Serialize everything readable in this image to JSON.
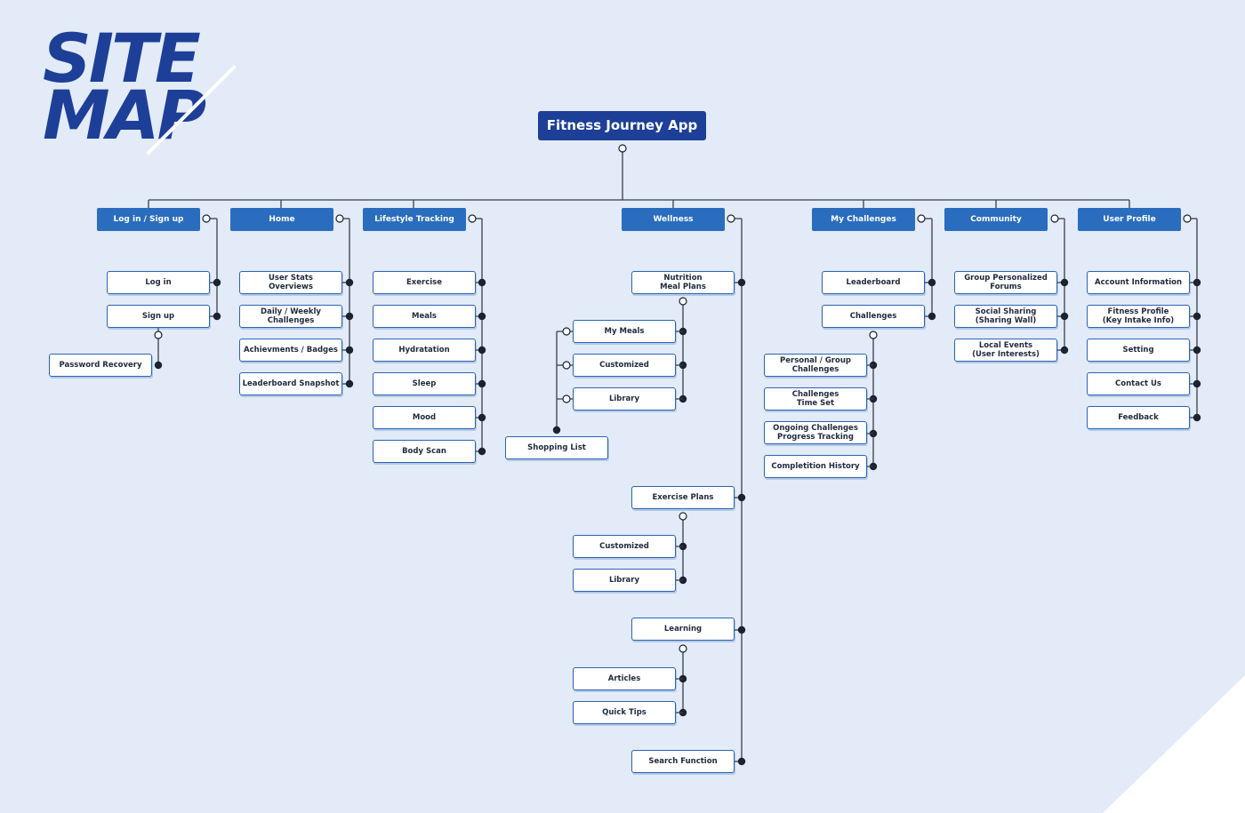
{
  "logo": {
    "line1": "SITE",
    "line2": "MAP"
  },
  "root": {
    "label": "Fitness Journey App"
  },
  "categories": [
    {
      "label": "Log in / Sign up",
      "children": [
        "Log in",
        "Sign up",
        "Password Recovery"
      ]
    },
    {
      "label": "Home",
      "children": [
        "User Stats\nOverviews",
        "Daily / Weekly\nChallenges",
        "Achievments / Badges",
        "Leaderboard Snapshot"
      ]
    },
    {
      "label": "Lifestyle Tracking",
      "children": [
        "Exercise",
        "Meals",
        "Hydratation",
        "Sleep",
        "Mood",
        "Body Scan"
      ]
    },
    {
      "label": "Wellness",
      "groups": [
        {
          "label": "Nutrition\nMeal Plans",
          "children": [
            "My Meals",
            "Customized",
            "Library"
          ],
          "extra": "Shopping List"
        },
        {
          "label": "Exercise Plans",
          "children": [
            "Customized",
            "Library"
          ]
        },
        {
          "label": "Learning",
          "children": [
            "Articles",
            "Quick Tips"
          ]
        },
        {
          "label": "Search Function",
          "children": []
        }
      ]
    },
    {
      "label": "My Challenges",
      "children": [
        "Leaderboard",
        "Challenges"
      ],
      "sub": [
        "Personal / Group\nChallenges",
        "Challenges\nTime Set",
        "Ongoing Challenges\nProgress Tracking",
        "Completition History"
      ]
    },
    {
      "label": "Community",
      "children": [
        "Group Personalized\nForums",
        "Social Sharing\n(Sharing Wall)",
        "Local Events\n(User Interests)"
      ]
    },
    {
      "label": "User Profile",
      "children": [
        "Account Information",
        "Fitness Profile\n(Key Intake Info)",
        "Setting",
        "Contact Us",
        "Feedback"
      ]
    }
  ],
  "colors": {
    "background": "#e2ebf7",
    "root": "#1d3f97",
    "category": "#2a6dbf",
    "node_border": "#2b63b5",
    "line": "#3a3f48",
    "dot": "#1b2230"
  }
}
